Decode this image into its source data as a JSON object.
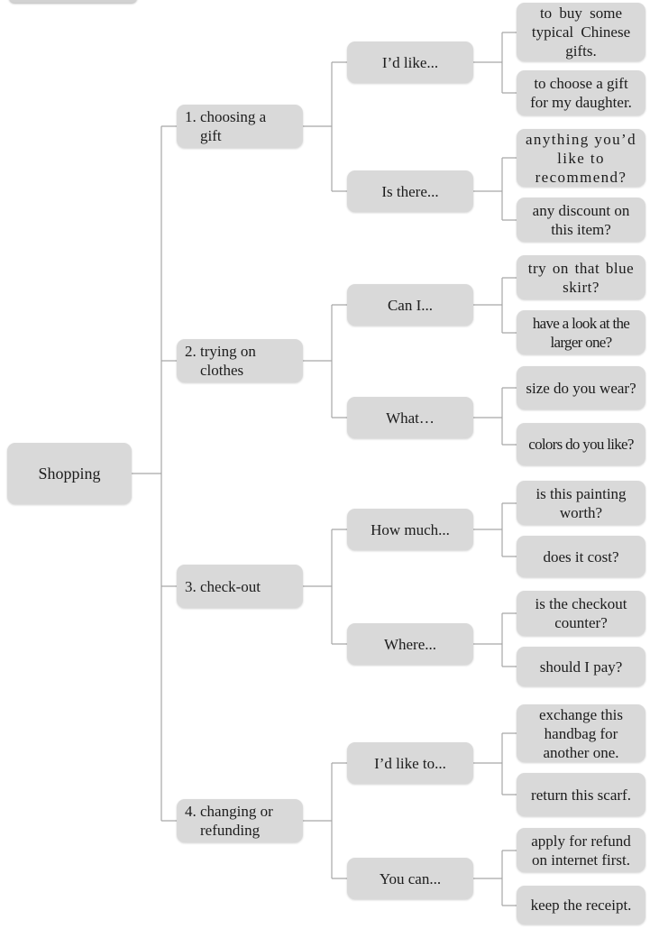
{
  "colors": {
    "box_fill": "#d9d9d9",
    "connector_line": "#a6a6a6",
    "text": "#1c1c1c"
  },
  "tree": {
    "root": {
      "label": "Shopping"
    },
    "branches": [
      {
        "label_lines": [
          "1. choosing a",
          "    gift"
        ],
        "children": [
          {
            "label": "I’d like...",
            "leaves": [
              {
                "lines": [
                  "to buy some",
                  "typical Chinese",
                  "gifts."
                ]
              },
              {
                "lines": [
                  "to choose a gift",
                  "for my daughter."
                ]
              }
            ]
          },
          {
            "label": "Is there...",
            "leaves": [
              {
                "lines": [
                  "anything you’d",
                  "like to",
                  "recommend?"
                ]
              },
              {
                "lines": [
                  "any discount on",
                  "this item?"
                ]
              }
            ]
          }
        ]
      },
      {
        "label_lines": [
          "2. trying on",
          "    clothes"
        ],
        "children": [
          {
            "label": "Can I...",
            "leaves": [
              {
                "lines": [
                  "try on that blue",
                  "skirt?"
                ]
              },
              {
                "lines": [
                  "have a look at the",
                  "larger one?"
                ]
              }
            ]
          },
          {
            "label": "What…",
            "leaves": [
              {
                "lines": [
                  "size do you wear?"
                ]
              },
              {
                "lines": [
                  "colors do you like?"
                ]
              }
            ]
          }
        ]
      },
      {
        "label_lines": [
          "3. check-out"
        ],
        "children": [
          {
            "label": "How much...",
            "leaves": [
              {
                "lines": [
                  "is this painting",
                  "worth?"
                ]
              },
              {
                "lines": [
                  "does it cost?"
                ]
              }
            ]
          },
          {
            "label": "Where...",
            "leaves": [
              {
                "lines": [
                  "is the checkout",
                  "counter?"
                ]
              },
              {
                "lines": [
                  "should I pay?"
                ]
              }
            ]
          }
        ]
      },
      {
        "label_lines": [
          "4. changing or",
          "    refunding"
        ],
        "children": [
          {
            "label": "I’d like to...",
            "leaves": [
              {
                "lines": [
                  "exchange this",
                  "handbag for",
                  "another one."
                ]
              },
              {
                "lines": [
                  "return this scarf."
                ]
              }
            ]
          },
          {
            "label": "You can...",
            "leaves": [
              {
                "lines": [
                  "apply for refund",
                  "on internet first."
                ]
              },
              {
                "lines": [
                  "keep the receipt."
                ]
              }
            ]
          }
        ]
      }
    ]
  }
}
